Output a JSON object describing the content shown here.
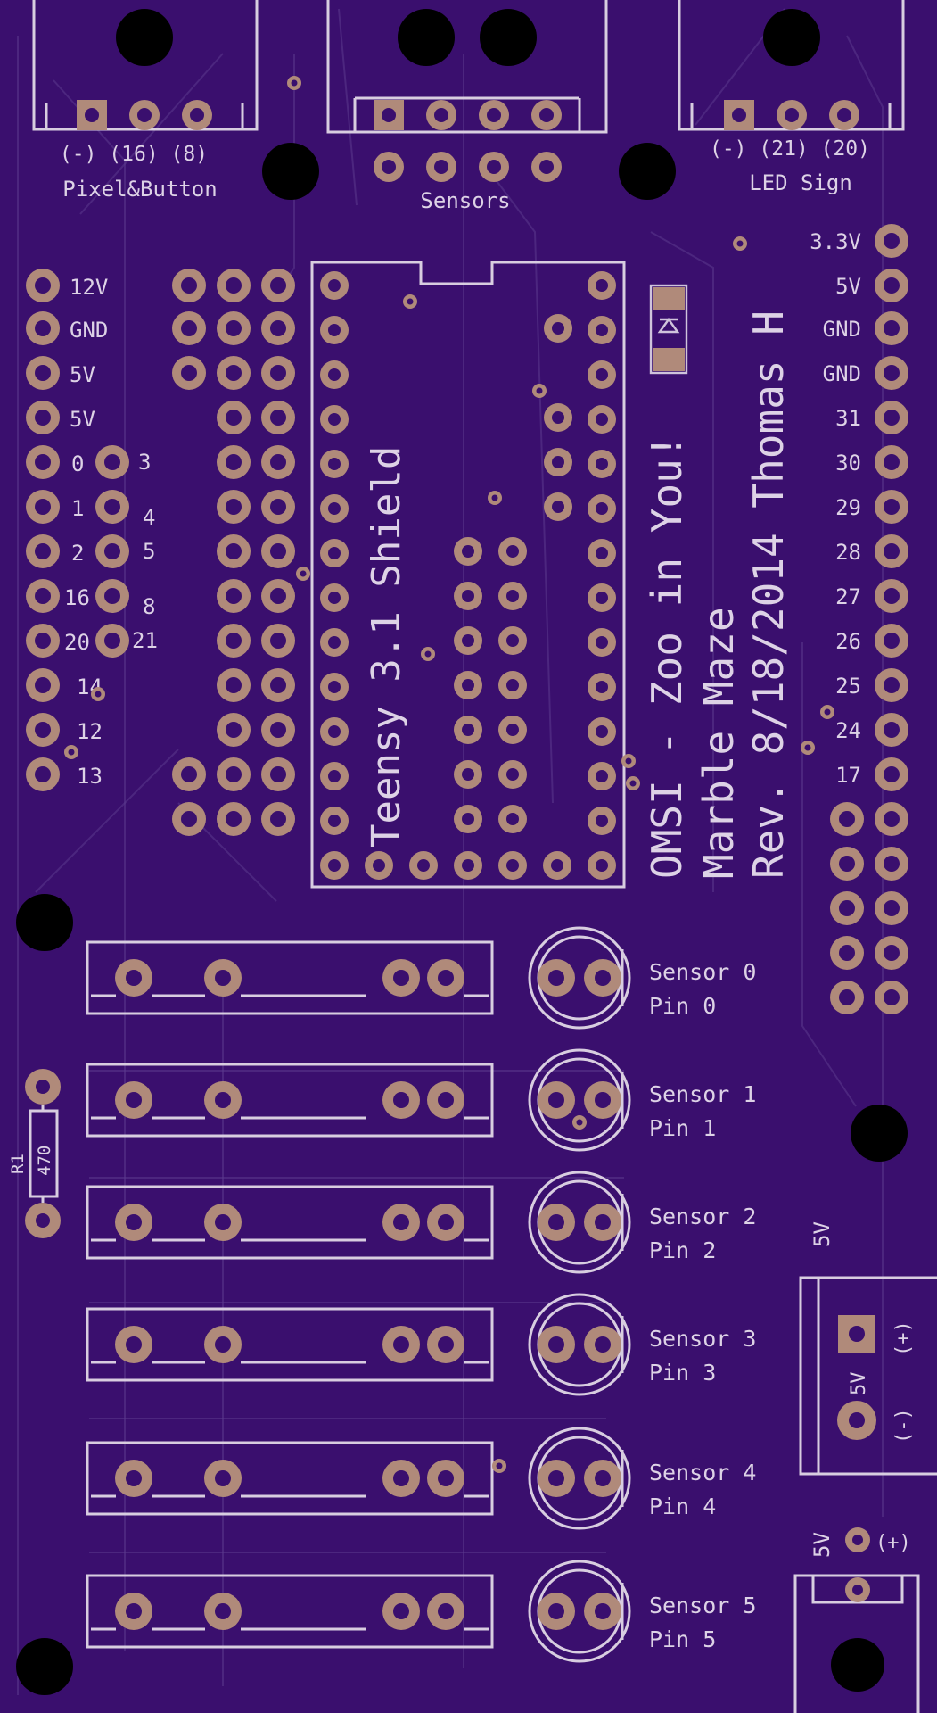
{
  "board": {
    "background": "#3a0f6e",
    "silkscreen_color": "#d8cde0",
    "pad_color": "#b08a7a"
  },
  "connectors": {
    "pixel_button": {
      "pins": "(-) (16) (8)",
      "label": "Pixel&Button"
    },
    "sensors": {
      "label": "Sensors"
    },
    "led_sign": {
      "pins": "(-) (21) (20)",
      "label": "LED Sign"
    }
  },
  "left_header_labels": [
    "12V",
    "GND",
    "5V",
    "5V",
    "0",
    "1",
    "2",
    "16",
    "20",
    "14",
    "12",
    "13"
  ],
  "mid_header_labels": [
    "3",
    "4",
    "5",
    "8",
    "21"
  ],
  "right_header_labels": [
    "3.3V",
    "5V",
    "GND",
    "GND",
    "31",
    "30",
    "29",
    "28",
    "27",
    "26",
    "25",
    "24",
    "17"
  ],
  "module": {
    "label": "Teensy 3.1 Shield"
  },
  "title_lines": [
    "OMSI - Zoo in You!",
    "Marble Maze",
    "Rev. 8/18/2014 Thomas H"
  ],
  "sensors": [
    {
      "name": "Sensor 0",
      "pin": "Pin 0"
    },
    {
      "name": "Sensor 1",
      "pin": "Pin 1"
    },
    {
      "name": "Sensor 2",
      "pin": "Pin 2"
    },
    {
      "name": "Sensor 3",
      "pin": "Pin 3"
    },
    {
      "name": "Sensor 4",
      "pin": "Pin 4"
    },
    {
      "name": "Sensor 5",
      "pin": "Pin 5"
    }
  ],
  "resistor": {
    "ref": "R1",
    "value": "470"
  },
  "power_terminal": {
    "label": "5V",
    "side_label": "5V",
    "plus": "(+)",
    "minus": "(-)"
  },
  "bottom_connector": {
    "label": "5V",
    "plus": "(+)"
  }
}
